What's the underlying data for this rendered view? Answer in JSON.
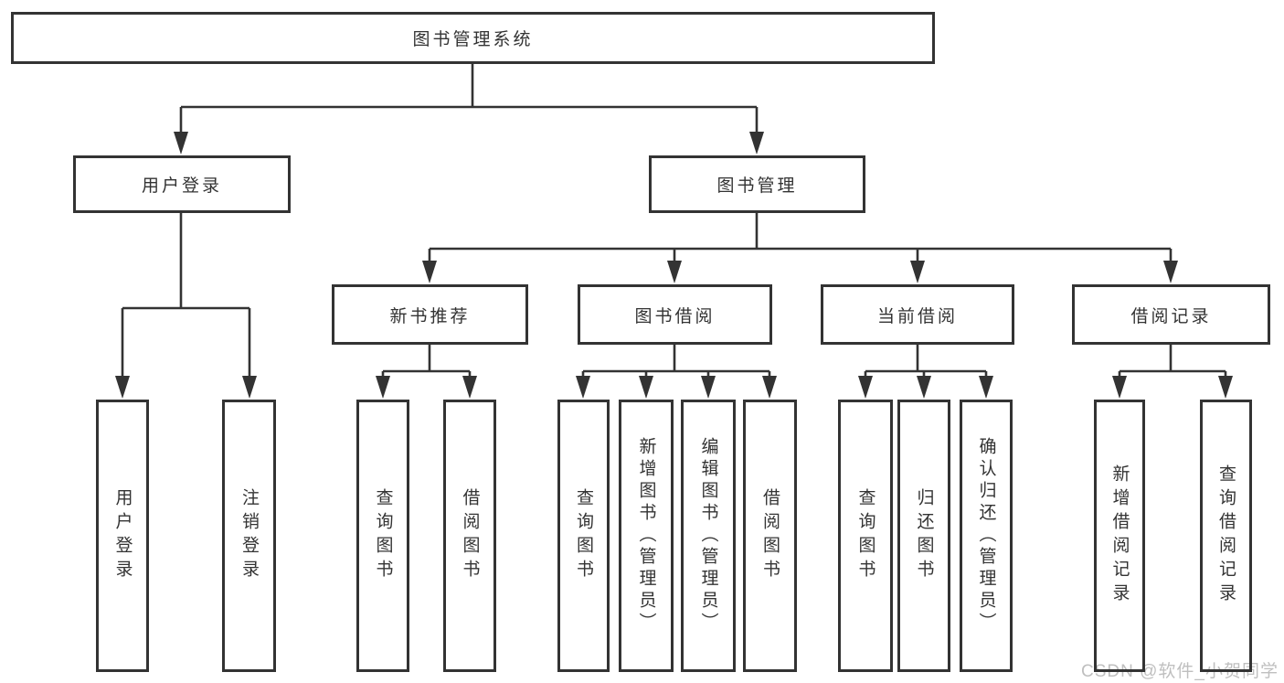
{
  "colors": {
    "line": "#333333",
    "box_border": "#333333",
    "text": "#333333",
    "watermark": "#bfbfbf",
    "background": "#ffffff"
  },
  "watermark": "CSDN @软件_小贺同学",
  "nodes": {
    "root": "图书管理系统",
    "user_login": "用户登录",
    "book_management": "图书管理",
    "new_book_recommend": "新书推荐",
    "book_borrowing": "图书借阅",
    "current_borrowing": "当前借阅",
    "borrowing_records": "借阅记录",
    "leaf_user_login": "用户登录",
    "leaf_logout": "注销登录",
    "leaf_query_books_1": "查询图书",
    "leaf_borrow_books_1": "借阅图书",
    "leaf_query_books_2": "查询图书",
    "leaf_add_books_admin": "新增图书（管理员）",
    "leaf_edit_books_admin": "编辑图书（管理员）",
    "leaf_borrow_books_2": "借阅图书",
    "leaf_query_books_3": "查询图书",
    "leaf_return_books": "归还图书",
    "leaf_confirm_return_admin": "确认归还（管理员）",
    "leaf_add_borrow_record": "新增借阅记录",
    "leaf_query_borrow_record": "查询借阅记录"
  }
}
